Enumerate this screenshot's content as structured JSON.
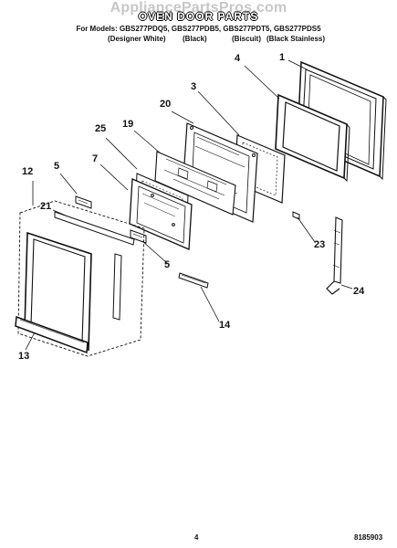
{
  "header": {
    "watermark": "AppliancePartsPros.com",
    "title": "OVEN DOOR PARTS",
    "models_line": "For Models: GBS277PDQ5, GBS277PDB5, GBS277PDT5, GBS277PDS5",
    "colors": [
      "(Designer White)",
      "(Black)",
      "(Biscuit)",
      "(Black Stainless)"
    ]
  },
  "callouts": [
    {
      "id": "1",
      "label": "1"
    },
    {
      "id": "4",
      "label": "4"
    },
    {
      "id": "3",
      "label": "3"
    },
    {
      "id": "20",
      "label": "20"
    },
    {
      "id": "19",
      "label": "19"
    },
    {
      "id": "25",
      "label": "25"
    },
    {
      "id": "7",
      "label": "7"
    },
    {
      "id": "5a",
      "label": "5"
    },
    {
      "id": "12",
      "label": "12"
    },
    {
      "id": "21",
      "label": "21"
    },
    {
      "id": "5b",
      "label": "5"
    },
    {
      "id": "23",
      "label": "23"
    },
    {
      "id": "24",
      "label": "24"
    },
    {
      "id": "14",
      "label": "14"
    },
    {
      "id": "13",
      "label": "13"
    }
  ],
  "footer": {
    "page_number": "4",
    "doc_number": "8185903"
  }
}
